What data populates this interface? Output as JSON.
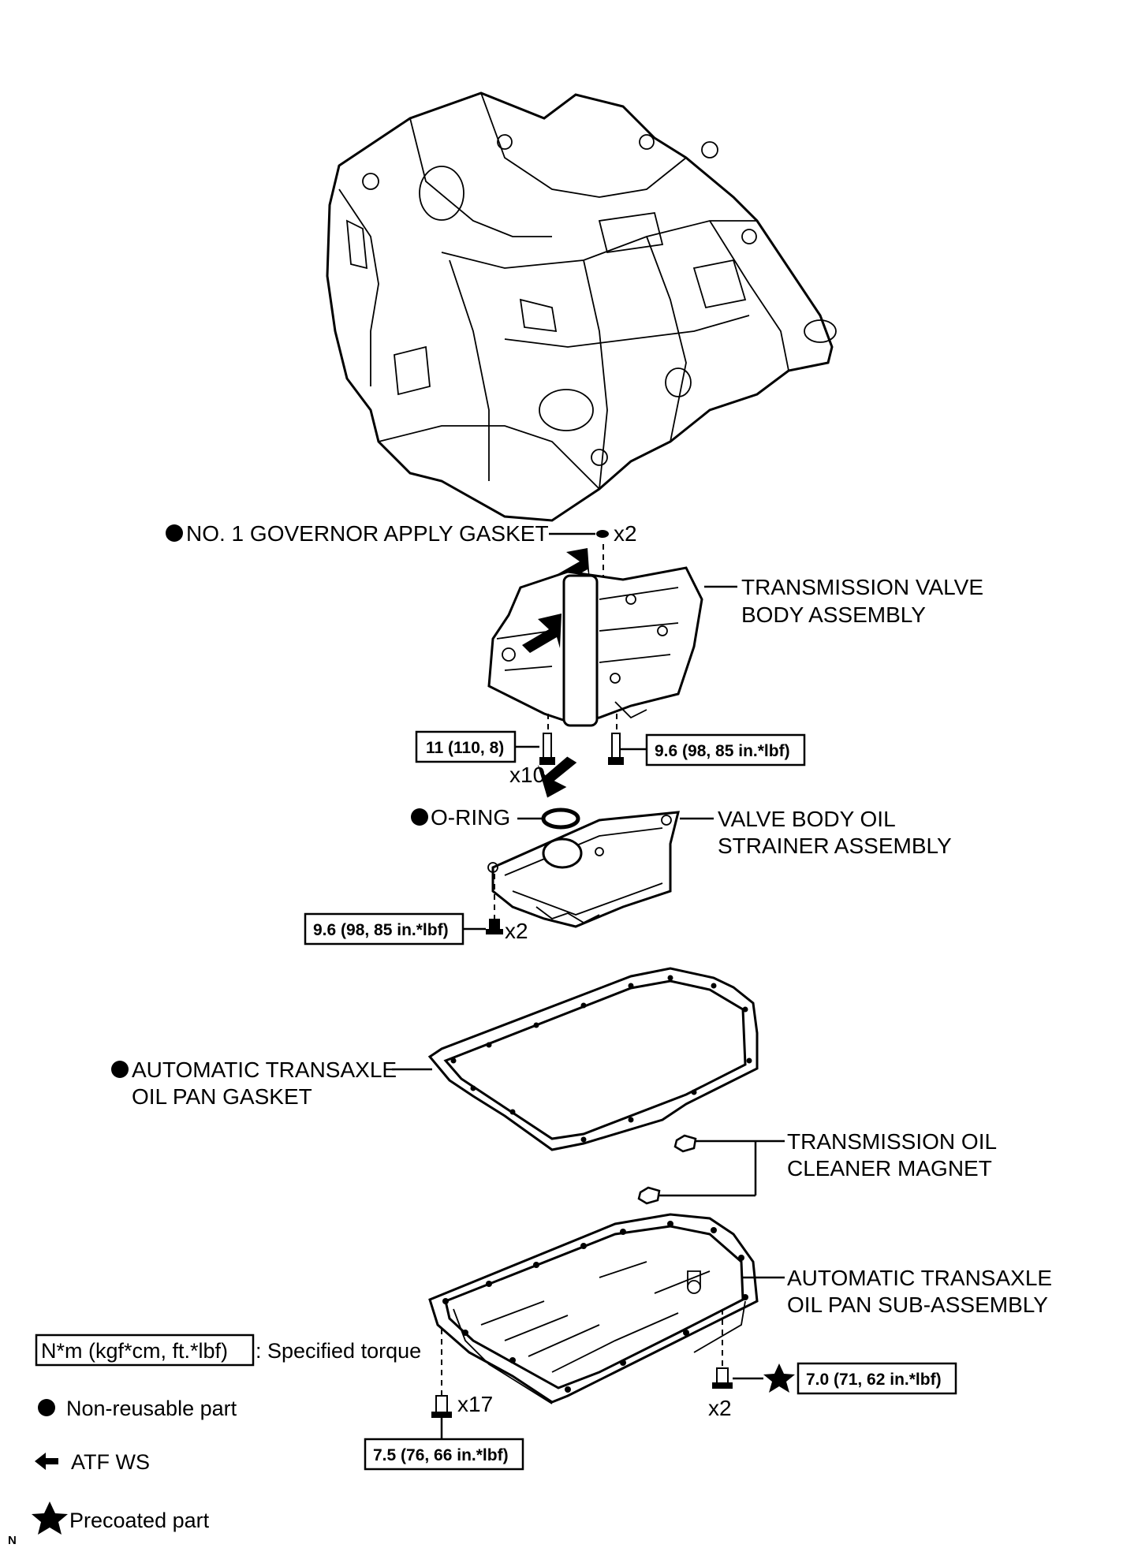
{
  "labels": {
    "governor_gasket": "NO. 1 GOVERNOR APPLY GASKET",
    "governor_qty": "x2",
    "valve_body_l1": "TRANSMISSION VALVE",
    "valve_body_l2": "BODY ASSEMBLY",
    "o_ring": "O-RING",
    "strainer_l1": "VALVE BODY OIL",
    "strainer_l2": "STRAINER ASSEMBLY",
    "gasket_l1": "AUTOMATIC TRANSAXLE",
    "gasket_l2": "OIL PAN GASKET",
    "magnet_l1": "TRANSMISSION OIL",
    "magnet_l2": "CLEANER MAGNET",
    "pan_l1": "AUTOMATIC TRANSAXLE",
    "pan_l2": "OIL PAN SUB-ASSEMBLY"
  },
  "torques": {
    "valve_body_left": "11 (110, 8)",
    "valve_body_left_qty": "x10",
    "valve_body_right": "9.6 (98, 85 in.*lbf)",
    "strainer": "9.6 (98, 85 in.*lbf)",
    "strainer_qty": "x2",
    "pan_right": "7.0 (71, 62 in.*lbf)",
    "pan_right_qty": "x2",
    "pan_bottom": "7.5 (76, 66 in.*lbf)",
    "pan_bottom_qty": "x17"
  },
  "legend": {
    "torque_box": "N*m (kgf*cm, ft.*lbf)",
    "torque_desc": ": Specified torque",
    "non_reusable": "Non-reusable part",
    "atf": "ATF WS",
    "precoated": "Precoated part"
  },
  "corner_mark": "N"
}
